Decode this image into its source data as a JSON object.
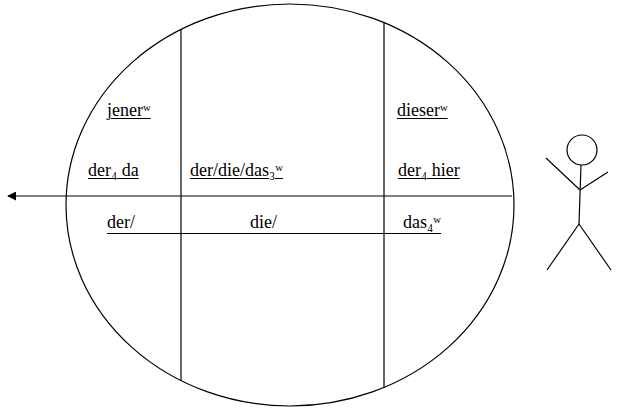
{
  "diagram": {
    "nodes": [
      {
        "text": [
          "jenerʷ",
          "dieserʷ",
          "der₄ da",
          "der/die/das₃ʷ",
          "der₄ hier",
          "der/",
          "die/",
          "das₄ʷ"
        ]
      }
    ]
  }
}
